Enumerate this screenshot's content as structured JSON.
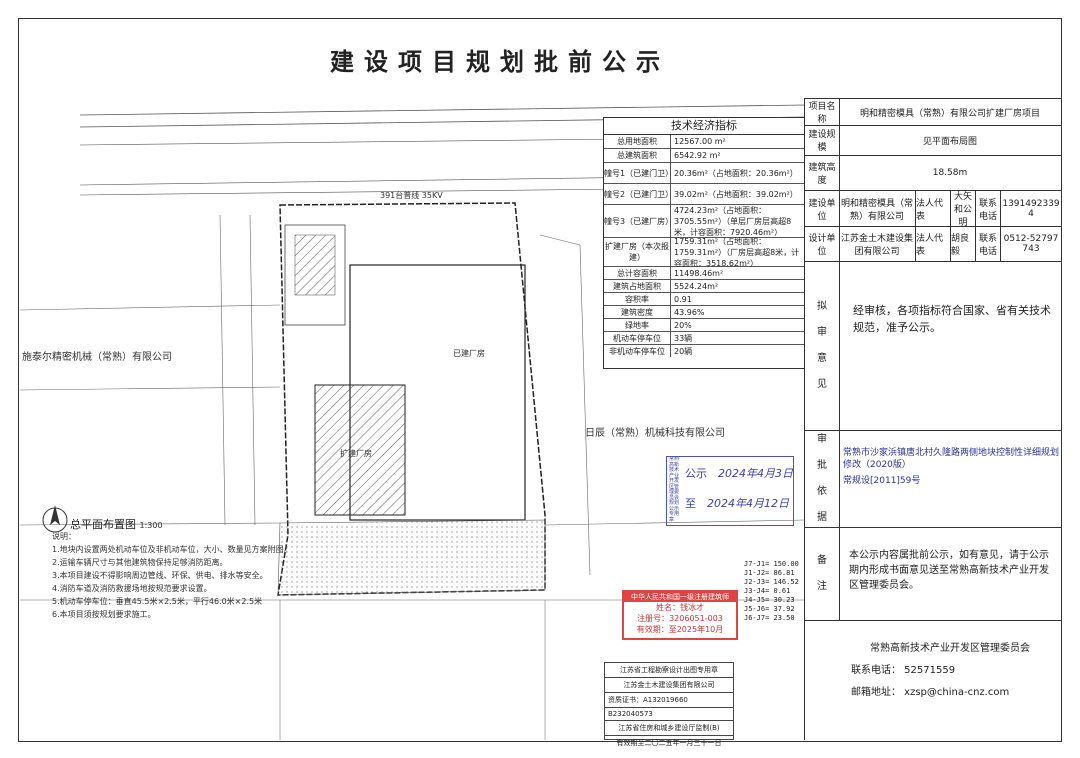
{
  "title": "建设项目规划批前公示",
  "project": {
    "name_label": "项目名称",
    "name_value": "明和精密模具（常熟）有限公司扩建厂房项目",
    "scale_label": "建设规模",
    "scale_value": "见平面布局图",
    "height_label": "建筑高度",
    "height_value": "18.58m",
    "builder_label": "建设单位",
    "builder_value": "明和精密模具（常熟）有限公司",
    "builder_rep_label": "法人代表",
    "builder_rep_value": "大矢和公明",
    "builder_phone_label": "联系电话",
    "builder_phone_value": "13914923394",
    "designer_label": "设计单位",
    "designer_value": "江苏金土木建设集团有限公司",
    "designer_rep_label": "法人代表",
    "designer_rep_value": "胡良毅",
    "designer_phone_label": "联系电话",
    "designer_phone_value": "0512-52797743"
  },
  "opinion": {
    "label_chars": [
      "拟",
      "审",
      "意",
      "见"
    ],
    "text": "经审核，各项指标符合国家、省有关技术规范，准予公示。"
  },
  "basis": {
    "label_chars": [
      "审",
      "批",
      "依",
      "据"
    ],
    "text": "常熟市沙家浜镇唐北村久隆路两侧地块控制性详细规划修改（2020版）",
    "doc": "常规设[2011]59号"
  },
  "remarks": {
    "label_chars": [
      "备",
      "注"
    ],
    "text": "本公示内容属批前公示，如有意见，请于公示期内形成书面意见送至常熟高新技术产业开发区管理委员会。"
  },
  "footer": {
    "org": "常熟高新技术产业开发区管理委员会",
    "phone": "联系电话： 52571559",
    "email": "邮箱地址： xzsp@china-cnz.com"
  },
  "tech_table": {
    "title": "技术经济指标",
    "rows": [
      {
        "label": "总用地面积",
        "value": "12567.00 m²"
      },
      {
        "label": "总建筑面积",
        "value": "6542.92 m²"
      },
      {
        "label": "幢号1（已建门卫）",
        "value": "20.36m²（占地面积：20.36m²）"
      },
      {
        "label": "幢号2（已建门卫）",
        "value": "39.02m²（占地面积：39.02m²）"
      },
      {
        "label": "幢号3（已建厂房）",
        "value": "4724.23m²（占地面积：3705.55m²）（单层厂房层高超8米，计容面积：7920.46m²）"
      },
      {
        "label": "扩建厂房（本次报建）",
        "value": "1759.31m²（占地面积：1759.31m²）（厂房层高超8米，计容面积：3518.62m²）"
      },
      {
        "label": "总计容面积",
        "value": "11498.46m²"
      },
      {
        "label": "建筑占地面积",
        "value": "5524.24m²"
      },
      {
        "label": "容积率",
        "value": "0.91"
      },
      {
        "label": "建筑密度",
        "value": "43.96%"
      },
      {
        "label": "绿地率",
        "value": "20%"
      },
      {
        "label": "机动车停车位",
        "value": "33辆"
      },
      {
        "label": "非机动车停车位",
        "value": "20辆"
      }
    ]
  },
  "map": {
    "neighbor_left": "施泰尔精密机械（常熟）有限公司",
    "neighbor_right": "日辰（常熟）机械科技有限公司",
    "existing_plant": "已建厂房",
    "new_plant": "扩建厂房",
    "plan_title": "总平面布置图",
    "plan_scale": "1:300",
    "road": "391台普线 35KV",
    "notes": [
      "说明：",
      "1.地块内设置两处机动车位及非机动车位，大小、数量见方案附图。",
      "2.运输车辆尺寸与其他建筑物保持足够消防距离。",
      "3.本项目建设不得影响周边管线、环保、供电、排水等安全。",
      "4.消防车道及消防救援场地按规范要求设置。",
      "5.机动车停车位：垂直45.5米×2.5米，平行46.0米×2.5米",
      "6.本项目须按规划要求施工。"
    ],
    "coords": [
      "J7-J1= 150.00",
      "J1-J2= 86.81",
      "J2-J3= 146.52",
      "J3-J4= 0.61",
      "J4-J5= 30.23",
      "J5-J6= 37.92",
      "J6-J7= 23.50"
    ]
  },
  "stamp_blue": {
    "vertical_text": "常熟高新技术产业开发区管理委员会规划公示专用章",
    "start_label": "公示",
    "start_date": "2024年4月3日",
    "end_label": "至",
    "end_date": "2024年4月12日"
  },
  "stamp_red": {
    "line1": "中华人民共和国一级注册建筑师",
    "line2": "姓名：钱冰才",
    "line3": "注册号：3206051-003",
    "line4": "有效期：至2025年10月"
  },
  "stamp_gray": {
    "line1": "江苏省工程勘察设计出图专用章",
    "line2": "江苏金土木建设集团有限公司",
    "line3": "资质证书：A132019660",
    "line4": "B232040573",
    "line5": "江苏省住房和城乡建设厅监制(B)",
    "line6": "有效期至二〇二五年一月三十一日"
  }
}
